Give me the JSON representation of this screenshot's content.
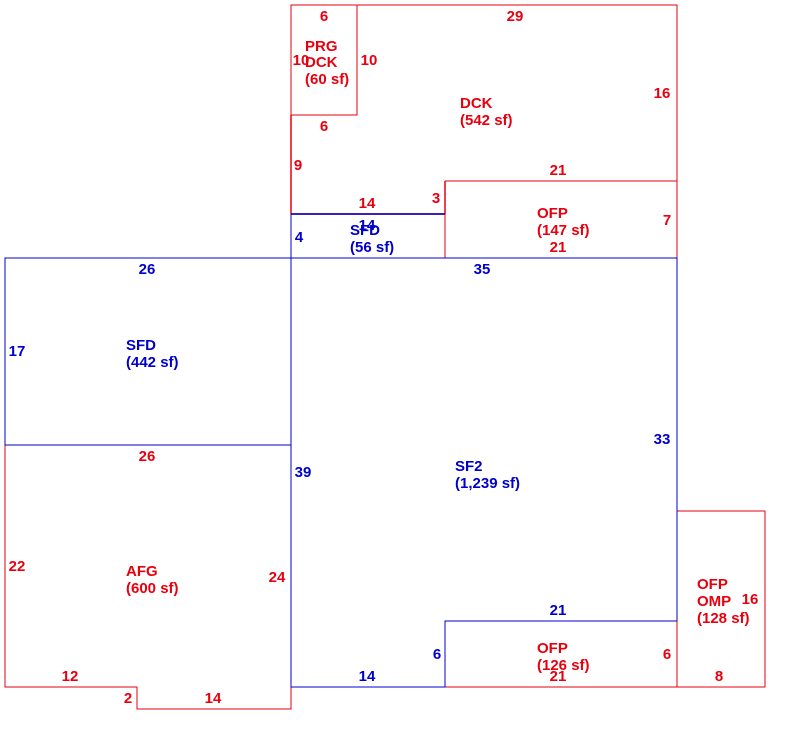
{
  "colors": {
    "red": "#e8000f",
    "blue": "#0000cc"
  },
  "areas": {
    "prg_dck": {
      "line1": "PRG",
      "line2": "DCK",
      "line3": "(60 sf)"
    },
    "dck": {
      "line1": "DCK",
      "line2": "(542 sf)"
    },
    "ofp_top": {
      "line1": "OFP",
      "line2": "(147 sf)"
    },
    "sfd_small": {
      "line1": "SFD",
      "line2": "(56 sf)"
    },
    "sfd_left": {
      "line1": "SFD",
      "line2": "(442 sf)"
    },
    "sf2": {
      "line1": "SF2",
      "line2": "(1,239 sf)"
    },
    "afg": {
      "line1": "AFG",
      "line2": "(600 sf)"
    },
    "ofp_bottom": {
      "line1": "OFP",
      "line2": "(126 sf)"
    },
    "ofp_omp": {
      "line1": "OFP",
      "line2": "OMP",
      "line3": "(128 sf)"
    }
  },
  "dimensions": {
    "prg_top": "6",
    "prg_left": "10",
    "prg_right": "10",
    "prg_bottom": "6",
    "dck_top": "29",
    "dck_right": "16",
    "dck_left": "9",
    "dck_bottom_left": "14",
    "dck_step": "3",
    "ofp_top_top": "21",
    "ofp_top_right": "7",
    "ofp_top_bottom": "21",
    "sfd_small_top": "14",
    "sfd_small_left": "4",
    "sfd_left_top": "26",
    "sfd_left_left": "17",
    "sfd_left_bottom": "26",
    "sf2_top": "35",
    "sf2_right": "33",
    "sf2_left": "39",
    "sf2_bottom": "14",
    "afg_left": "22",
    "afg_right": "24",
    "afg_bottom_left": "12",
    "afg_step": "2",
    "afg_bottom_right": "14",
    "ofp_bottom_top": "21",
    "ofp_bottom_left": "6",
    "ofp_bottom_right": "6",
    "ofp_bottom_bottom": "21",
    "omp_right": "16",
    "omp_bottom": "8"
  }
}
